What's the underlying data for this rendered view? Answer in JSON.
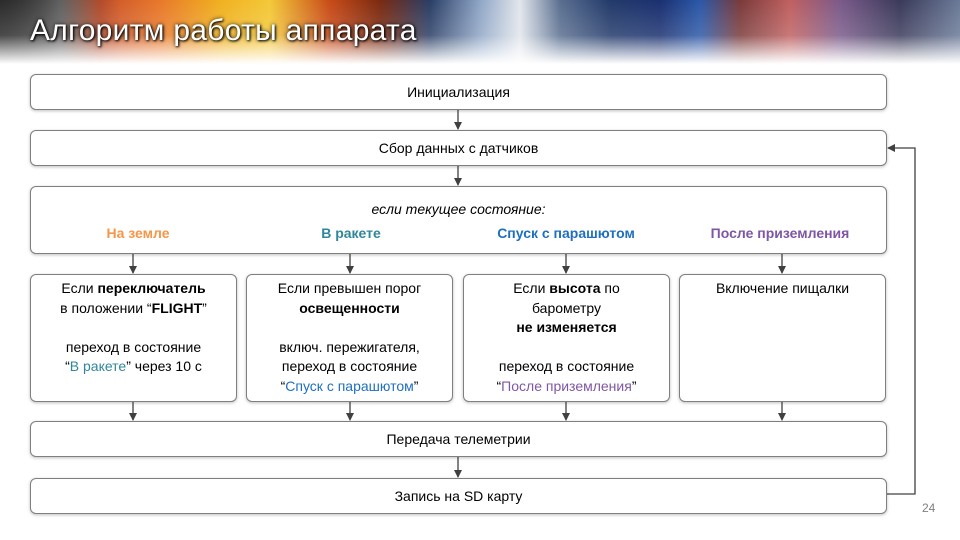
{
  "header": {
    "title": "Алгоритм работы аппарата"
  },
  "flow": {
    "init": "Инициализация",
    "collect": "Сбор данных  с датчиков",
    "condition": "если текущее состояние:",
    "telemetry": "Передача телеметрии",
    "sd": "Запись на SD карту"
  },
  "states": [
    {
      "label": "На земле",
      "color": "#f79646"
    },
    {
      "label": "В ракете",
      "color": "#31869b"
    },
    {
      "label": "Спуск с парашютом",
      "color": "#1f6fc0"
    },
    {
      "label": "После приземления",
      "color": "#7f56a6"
    }
  ],
  "columns": {
    "ground": {
      "l1a": "Если ",
      "l1b": "переключатель",
      "l2": "в положении  “",
      "l2b": "FLIGHT",
      "l2c": "”",
      "l3": "переход в состояние",
      "l4q1": "“",
      "l4state": "В ракете",
      "l4q2": "”",
      "l4rest": " через 10 с"
    },
    "rocket": {
      "l1": "Если превышен порог",
      "l2": "освещенности",
      "l3": "включ. пережигателя,",
      "l4": "переход в состояние",
      "l5q1": "“",
      "l5state": "Спуск с парашютом",
      "l5q2": "”"
    },
    "descent": {
      "l1a": "Если ",
      "l1b": "высота",
      "l1c": " по",
      "l2": "барометру",
      "l3": "не изменяется",
      "l4": "переход в состояние",
      "l5q1": "“",
      "l5state": "После приземления",
      "l5q2": "”"
    },
    "landed": {
      "l1": "Включение  пищалки"
    }
  },
  "footer": {
    "page": "24"
  }
}
